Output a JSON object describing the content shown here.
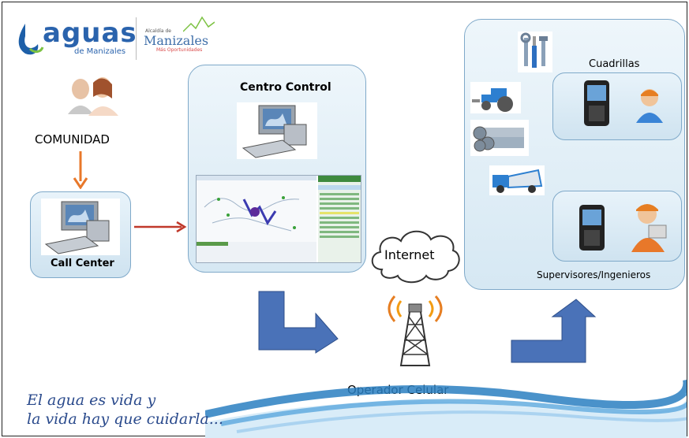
{
  "brand": {
    "logo_main": "aguas",
    "logo_sub": "de Manizales",
    "partner_small": "Alcaldía de",
    "partner_main": "Manizales",
    "partner_tag": "Más Oportunidades"
  },
  "nodes": {
    "community": "COMUNIDAD",
    "call_center": "Call Center",
    "control_center": "Centro Control",
    "internet": "Internet",
    "cell_operator": "Operador Celular",
    "crews": "Cuadrillas",
    "supervisors": "Supervisores/Ingenieros"
  },
  "tagline": {
    "line1": "El agua es vida y",
    "line2": "la vida hay que cuidarla..."
  },
  "colors": {
    "panel_border": "#7fa9c9",
    "big_arrow": "#4a72b8",
    "orange_arrow": "#e8782a",
    "red_arrow": "#c0392b",
    "tagline": "#2a4a8c"
  }
}
